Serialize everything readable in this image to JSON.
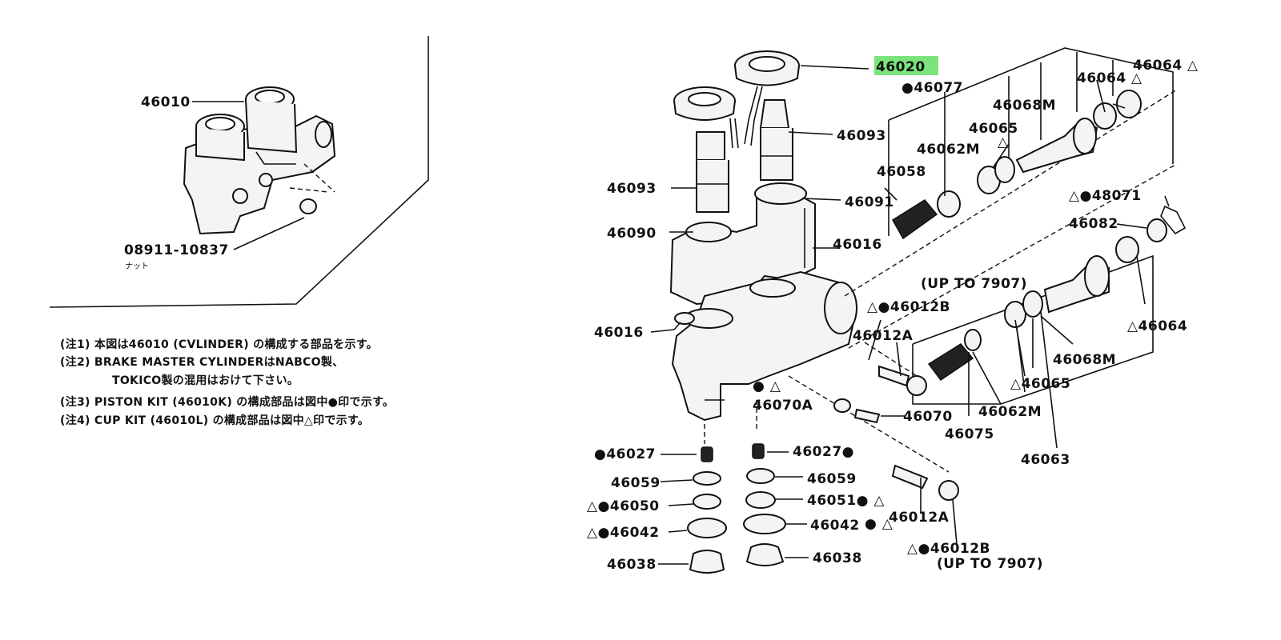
{
  "highlight_color": "#7ce37c",
  "inset": {
    "labels": {
      "cylinder": "46010",
      "nut": "08911-10837",
      "nut_sub": "ナット"
    }
  },
  "notes": [
    "(注1) 本図は46010 (CVLINDER) の構成する部品を示す。",
    "(注2) BRAKE MASTER CYLINDERはNABCO製、",
    "TOKICO製の混用はおけて下さい。",
    "(注3) PISTON KIT (46010K) の構成部品は図中●印で示す。",
    "(注4) CUP KIT (46010L) の構成部品は図中△印で示す。"
  ],
  "labels": {
    "p46020": "46020",
    "p46077": "●46077",
    "p46093_right": "46093",
    "p46093_left": "46093",
    "p46091": "46091",
    "p46090": "46090",
    "p46016_center": "46016",
    "p46016_left": "46016",
    "p46058": "46058",
    "p46062M_top": "46062M",
    "p46065_top": "46065",
    "p46065_top_mark": "△",
    "p46068M_top": "46068M",
    "p46064_a": "46064 △",
    "p46064_b": "46064 △",
    "p46071": "△●48071",
    "p46082": "46082",
    "up_to_top": "(UP TO 7907)",
    "p46012B_top": "△●46012B",
    "p46012A_top": "46012A",
    "p46064_c": "△46064",
    "p46068M_bottom": "46068M",
    "p46065_bottom": "△46065",
    "p46062M_bottom": "46062M",
    "p46070": "46070",
    "p46075": "46075",
    "p46063": "46063",
    "p46070A_mark": "● △",
    "p46070A": "46070A",
    "p46027_left": "●46027",
    "p46027_right": "46027●",
    "p46059_left": "46059",
    "p46059_right": "46059",
    "p46050": "△●46050",
    "p46051": "46051● △",
    "p46042_left": "△●46042",
    "p46042_right": "46042",
    "p46042_right_marks": "● △",
    "p46038_left": "46038",
    "p46038_right": "46038",
    "p46012A_bottom": "46012A",
    "p46012B_bottom": "△●46012B",
    "up_to_bottom": "(UP TO 7907)"
  }
}
